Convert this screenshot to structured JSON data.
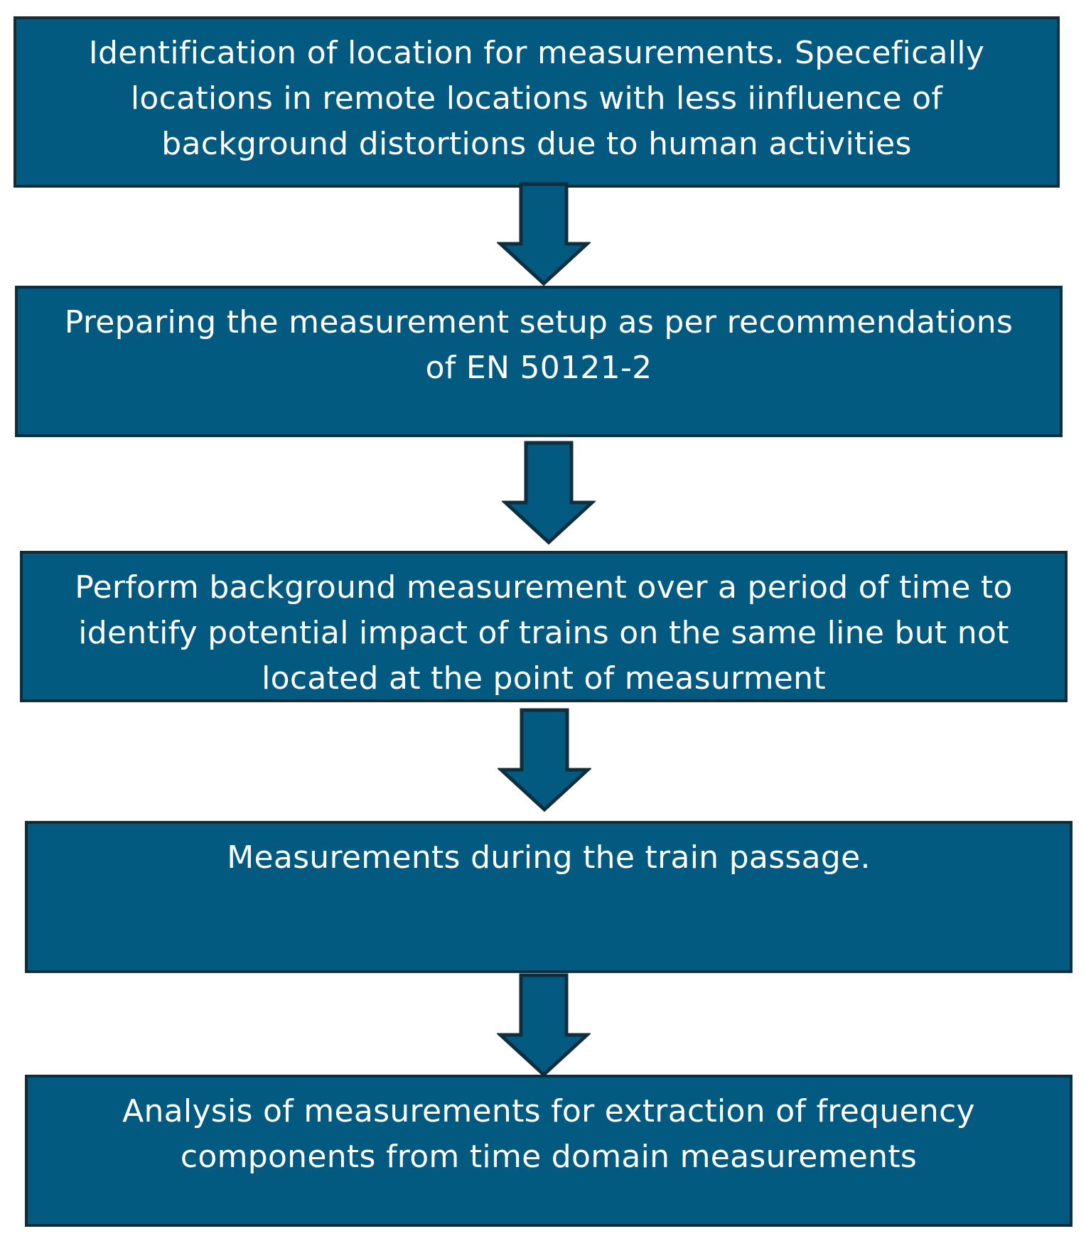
{
  "colors": {
    "box_fill": "#035a80",
    "box_border": "#0e2e3d",
    "text": "#ffffff",
    "arrow_fill": "#035a80",
    "arrow_border": "#0e2e3d"
  },
  "steps": [
    {
      "lines": [
        "Identification  of location for measurements. Specefically",
        "locations in remote locations with less iinfluence of",
        "background distortions due to human activities"
      ]
    },
    {
      "lines": [
        "Preparing the measurement setup  as per recommendations",
        "of EN 50121-2"
      ]
    },
    {
      "lines": [
        "Perform background measurement over a period of time to",
        "identify potential impact of trains on the same line but not",
        "located at the point of measurment"
      ]
    },
    {
      "lines": [
        "Measurements during the train passage."
      ]
    },
    {
      "lines": [
        "Analysis of measurements for extraction of frequency",
        "components from time domain measurements"
      ]
    }
  ],
  "arrows": [
    {
      "icon": "down-arrow-icon"
    },
    {
      "icon": "down-arrow-icon"
    },
    {
      "icon": "down-arrow-icon"
    },
    {
      "icon": "down-arrow-icon"
    }
  ]
}
